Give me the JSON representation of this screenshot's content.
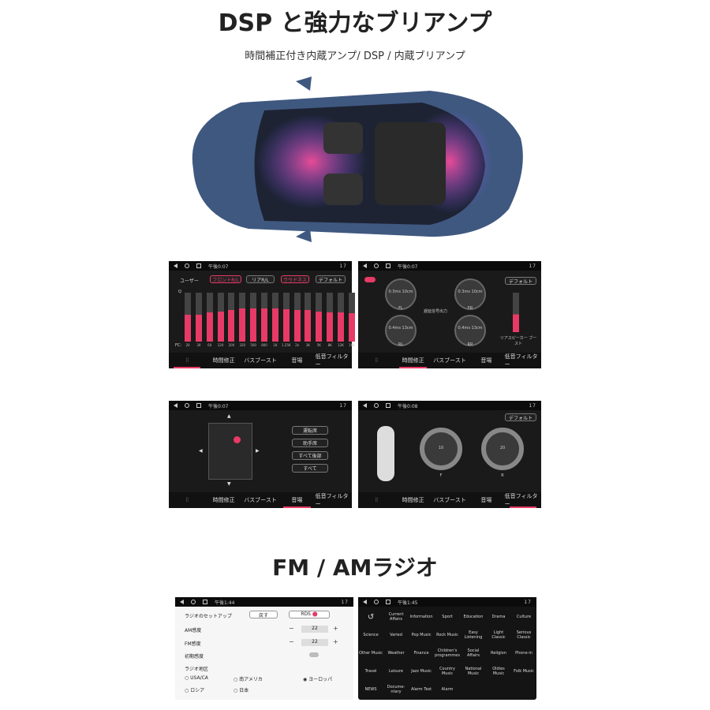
{
  "headline": "DSP と強力なブリアンプ",
  "subheadline": "時間補正付き内蔵アンプ/ DSP / 内蔵ブリアンプ",
  "radio_headline": "FM / AMラジオ",
  "accent_color": "#e83a66",
  "screen1": {
    "time": "午後0:07",
    "status_right": "17",
    "user_label": "ユーザー",
    "buttons": [
      "フロントR/L",
      "リアR/L",
      "ラウドネス",
      "デフォルト"
    ],
    "q_label": "Q",
    "fc_label": "FC:",
    "freqs": [
      "20",
      "30",
      "60",
      "120",
      "200",
      "320",
      "500",
      "800",
      "1K",
      "1.25K",
      "2k",
      "3K",
      "5K",
      "8K",
      "12K",
      "16K"
    ],
    "levels": [
      0.55,
      0.55,
      0.6,
      0.62,
      0.65,
      0.68,
      0.68,
      0.68,
      0.68,
      0.66,
      0.64,
      0.64,
      0.62,
      0.6,
      0.6,
      0.58
    ],
    "tabs": [
      "時間修正",
      "バスブースト",
      "音場",
      "低音フィルター"
    ]
  },
  "screen2": {
    "time": "午後0:07",
    "center_label": "遅延信号出力",
    "default_button": "デフォルト",
    "dials": [
      {
        "name": "FL",
        "value": "0.3ms 10cm"
      },
      {
        "name": "FR",
        "value": "0.3ms 10cm"
      },
      {
        "name": "RL",
        "value": "0.4ms 13cm"
      },
      {
        "name": "RR",
        "value": "0.4ms 13cm"
      }
    ],
    "rear_boost": "リアスピーカー ブースト",
    "tabs": [
      "時間修正",
      "バスブースト",
      "音場",
      "低音フィルター"
    ]
  },
  "screen3": {
    "time": "午後0:07",
    "options": [
      "運転席",
      "助手席",
      "すべて後部",
      "すべて"
    ],
    "tabs": [
      "時間修正",
      "バスブースト",
      "音場",
      "低音フィルター"
    ]
  },
  "screen4": {
    "time": "午後0:08",
    "default_button": "デフォルト",
    "gauges": [
      {
        "name": "F",
        "value": "10"
      },
      {
        "name": "R",
        "value": "20"
      }
    ],
    "tabs": [
      "時間修正",
      "バスブースト",
      "音場",
      "低音フィルター"
    ]
  },
  "screen5": {
    "time": "午後1:44",
    "setup_label": "ラジオのセットアップ",
    "back_button": "戻す",
    "rds_label": "RDS",
    "am_label": "AM感度",
    "am_value": "22",
    "fm_label": "FM感度",
    "fm_value": "22",
    "init_label": "初期感度",
    "region_label": "ラジオ地区",
    "regions": [
      "USA/CA",
      "南アメリカ",
      "ヨーロッパ",
      "ロシア",
      "日本"
    ]
  },
  "screen6": {
    "time": "午後1:45",
    "genres": [
      "Current Affairs",
      "Information",
      "Sport",
      "Education",
      "Drama",
      "Culture",
      "Science",
      "Varied",
      "Pop Music",
      "Rock Music",
      "Easy Listening",
      "Light Classic",
      "Serious Classic",
      "Other Music",
      "Weather",
      "Finance",
      "Children's programmes",
      "Social Affairs",
      "Religion",
      "Phone-in",
      "Travel",
      "Leisure",
      "Jazz Music",
      "Country Music",
      "National Music",
      "Oldies Music",
      "Folk Music",
      "NEWS",
      "Docume-ntary",
      "Alarm Test",
      "Alarm"
    ]
  }
}
